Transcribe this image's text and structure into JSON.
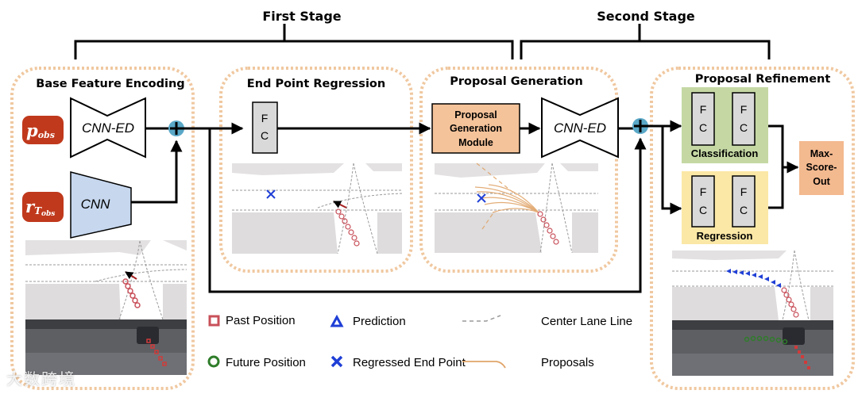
{
  "stages": {
    "first": "First Stage",
    "second": "Second Stage"
  },
  "modules": {
    "base_feature_encoding": {
      "title": "Base Feature Encoding",
      "inputs": [
        {
          "symbol": "p",
          "subscript": "obs"
        },
        {
          "symbol": "r",
          "subscript": "T",
          "sub_subscript": "obs"
        }
      ],
      "cnn_ed_label": "CNN-ED",
      "cnn_label": "CNN"
    },
    "end_point_regression": {
      "title": "End Point Regression",
      "fc_top": "F",
      "fc_bottom": "C"
    },
    "proposal_generation": {
      "title": "Proposal Generation",
      "module_lines": [
        "Proposal",
        "Generation",
        "Module"
      ],
      "cnn_ed_label": "CNN-ED"
    },
    "proposal_refinement": {
      "title": "Proposal Refinement",
      "classification_label": "Classification",
      "regression_label": "Regression",
      "fc_top": "F",
      "fc_bottom": "C",
      "output_lines": [
        "Max-",
        "Score-",
        "Out"
      ]
    }
  },
  "legend": [
    {
      "icon": "square-icon",
      "label": "Past Position",
      "color": "#c8505a"
    },
    {
      "icon": "triangle-icon",
      "label": "Prediction",
      "color": "#1f3fd6"
    },
    {
      "icon": "dashed-line-icon",
      "label": "Center Lane Line",
      "color": "#9a9a9a"
    },
    {
      "icon": "circle-icon",
      "label": "Future Position",
      "color": "#2f7d2a"
    },
    {
      "icon": "x-icon",
      "label": "Regressed End Point",
      "color": "#1f3fd6"
    },
    {
      "icon": "curve-line-icon",
      "label": "Proposals",
      "color": "#e0a56a"
    }
  ],
  "colors": {
    "module_border": "#f0c8a0",
    "input_badge": "#c0391c",
    "cnn_fill": "#c6d7ee",
    "fc_fill": "#d9d9d9",
    "pgm_fill": "#f5c39a",
    "classification_fill": "#c5d8a4",
    "regression_fill": "#fbe8a6",
    "maxscore_fill": "#f3b98f",
    "sum_node": "#5aa8c8"
  },
  "watermark": "大数跨境"
}
